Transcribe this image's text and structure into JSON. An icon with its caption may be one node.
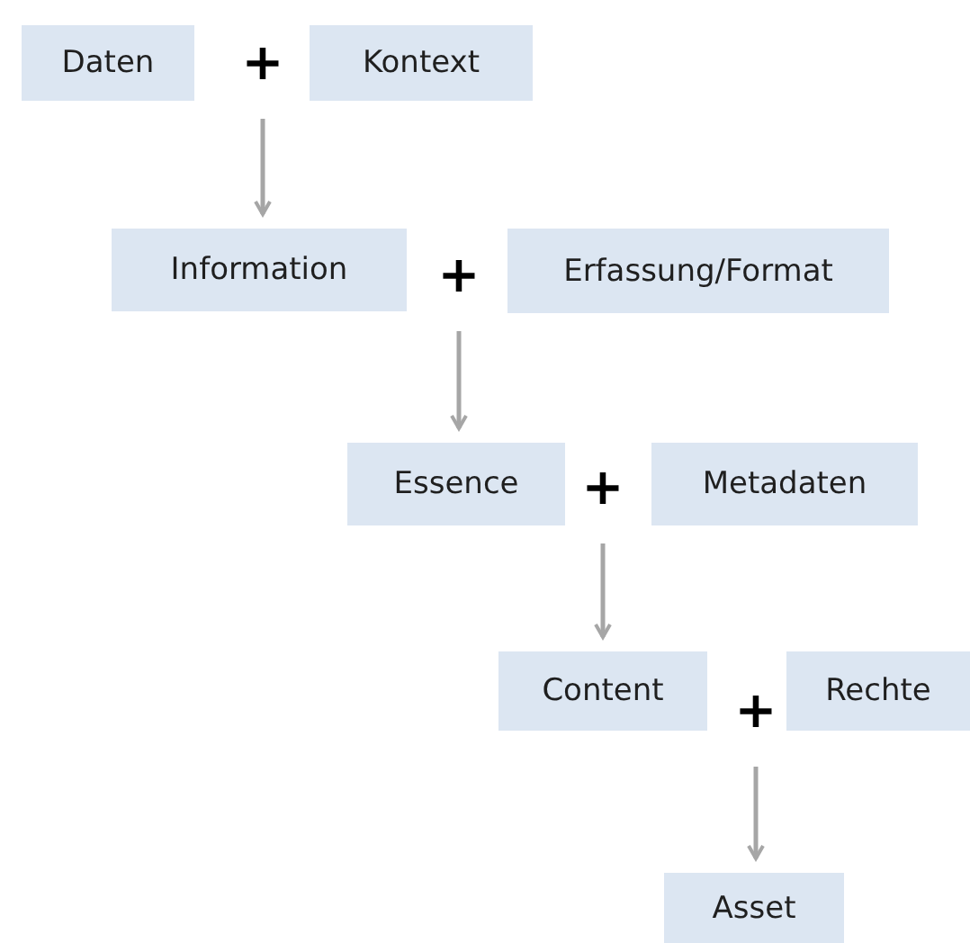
{
  "diagram": {
    "nodes": [
      {
        "text": [
          "Daten"
        ]
      },
      {
        "text": [
          "+"
        ]
      },
      {
        "text": [
          "Kontext"
        ]
      },
      {
        "text": [
          "Information"
        ]
      },
      {
        "text": [
          "+"
        ]
      },
      {
        "text": [
          "Erfassung/Format"
        ]
      },
      {
        "text": [
          "Essence"
        ]
      },
      {
        "text": [
          "+"
        ]
      },
      {
        "text": [
          "Metadaten"
        ]
      },
      {
        "text": [
          "Content"
        ]
      },
      {
        "text": [
          "+"
        ]
      },
      {
        "text": [
          "Rechte"
        ]
      },
      {
        "text": [
          "Asset"
        ]
      }
    ],
    "edges": [
      {
        "from": 1,
        "to": 3,
        "arrow": "to"
      },
      {
        "from": 4,
        "to": 6,
        "arrow": "to"
      },
      {
        "from": 7,
        "to": 9,
        "arrow": "to"
      },
      {
        "from": 10,
        "to": 12,
        "arrow": "to"
      }
    ]
  }
}
